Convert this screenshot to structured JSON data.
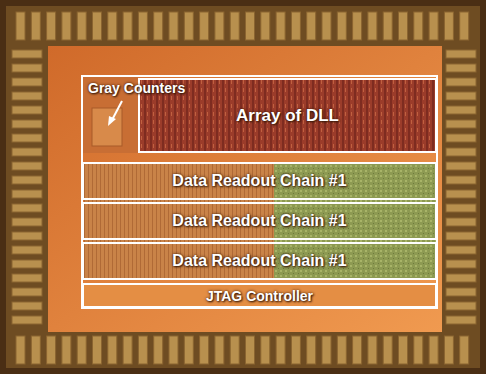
{
  "diagram": {
    "nodes": [
      {
        "text": [
          "Array of DLL"
        ]
      },
      {
        "text": [
          "Data Readout Chain #1"
        ]
      },
      {
        "text": [
          "Data Readout Chain #1"
        ]
      },
      {
        "text": [
          "Data Readout Chain #1"
        ]
      },
      {
        "text": [
          "JTAG Controller"
        ]
      }
    ],
    "labels": [
      "Gray Counters"
    ]
  }
}
